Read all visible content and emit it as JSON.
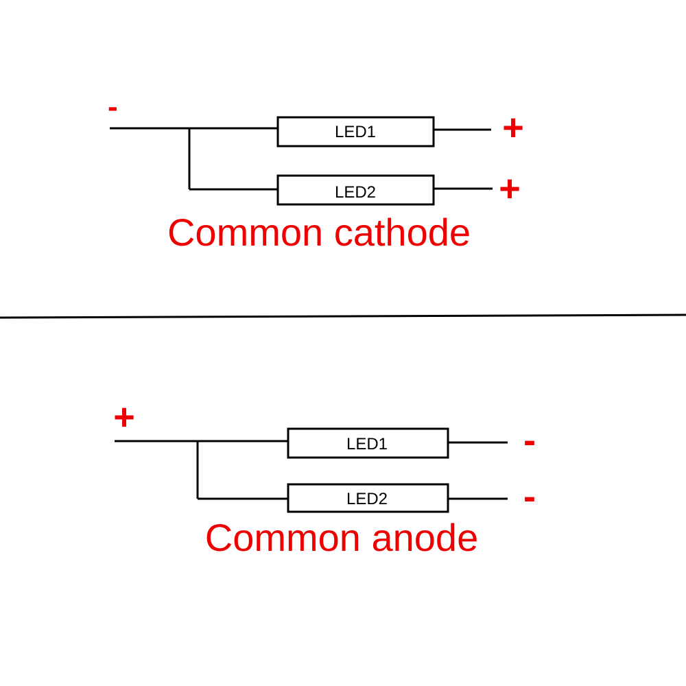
{
  "colors": {
    "accent": "#ee0000",
    "line": "#000000",
    "background": "#ffffff"
  },
  "cathode": {
    "input_sign": "-",
    "led1_label": "LED1",
    "led2_label": "LED2",
    "output1_sign": "+",
    "output2_sign": "+",
    "caption": "Common cathode"
  },
  "anode": {
    "input_sign": "+",
    "led1_label": "LED1",
    "led2_label": "LED2",
    "output1_sign": "-",
    "output2_sign": "-",
    "caption": "Common anode"
  }
}
